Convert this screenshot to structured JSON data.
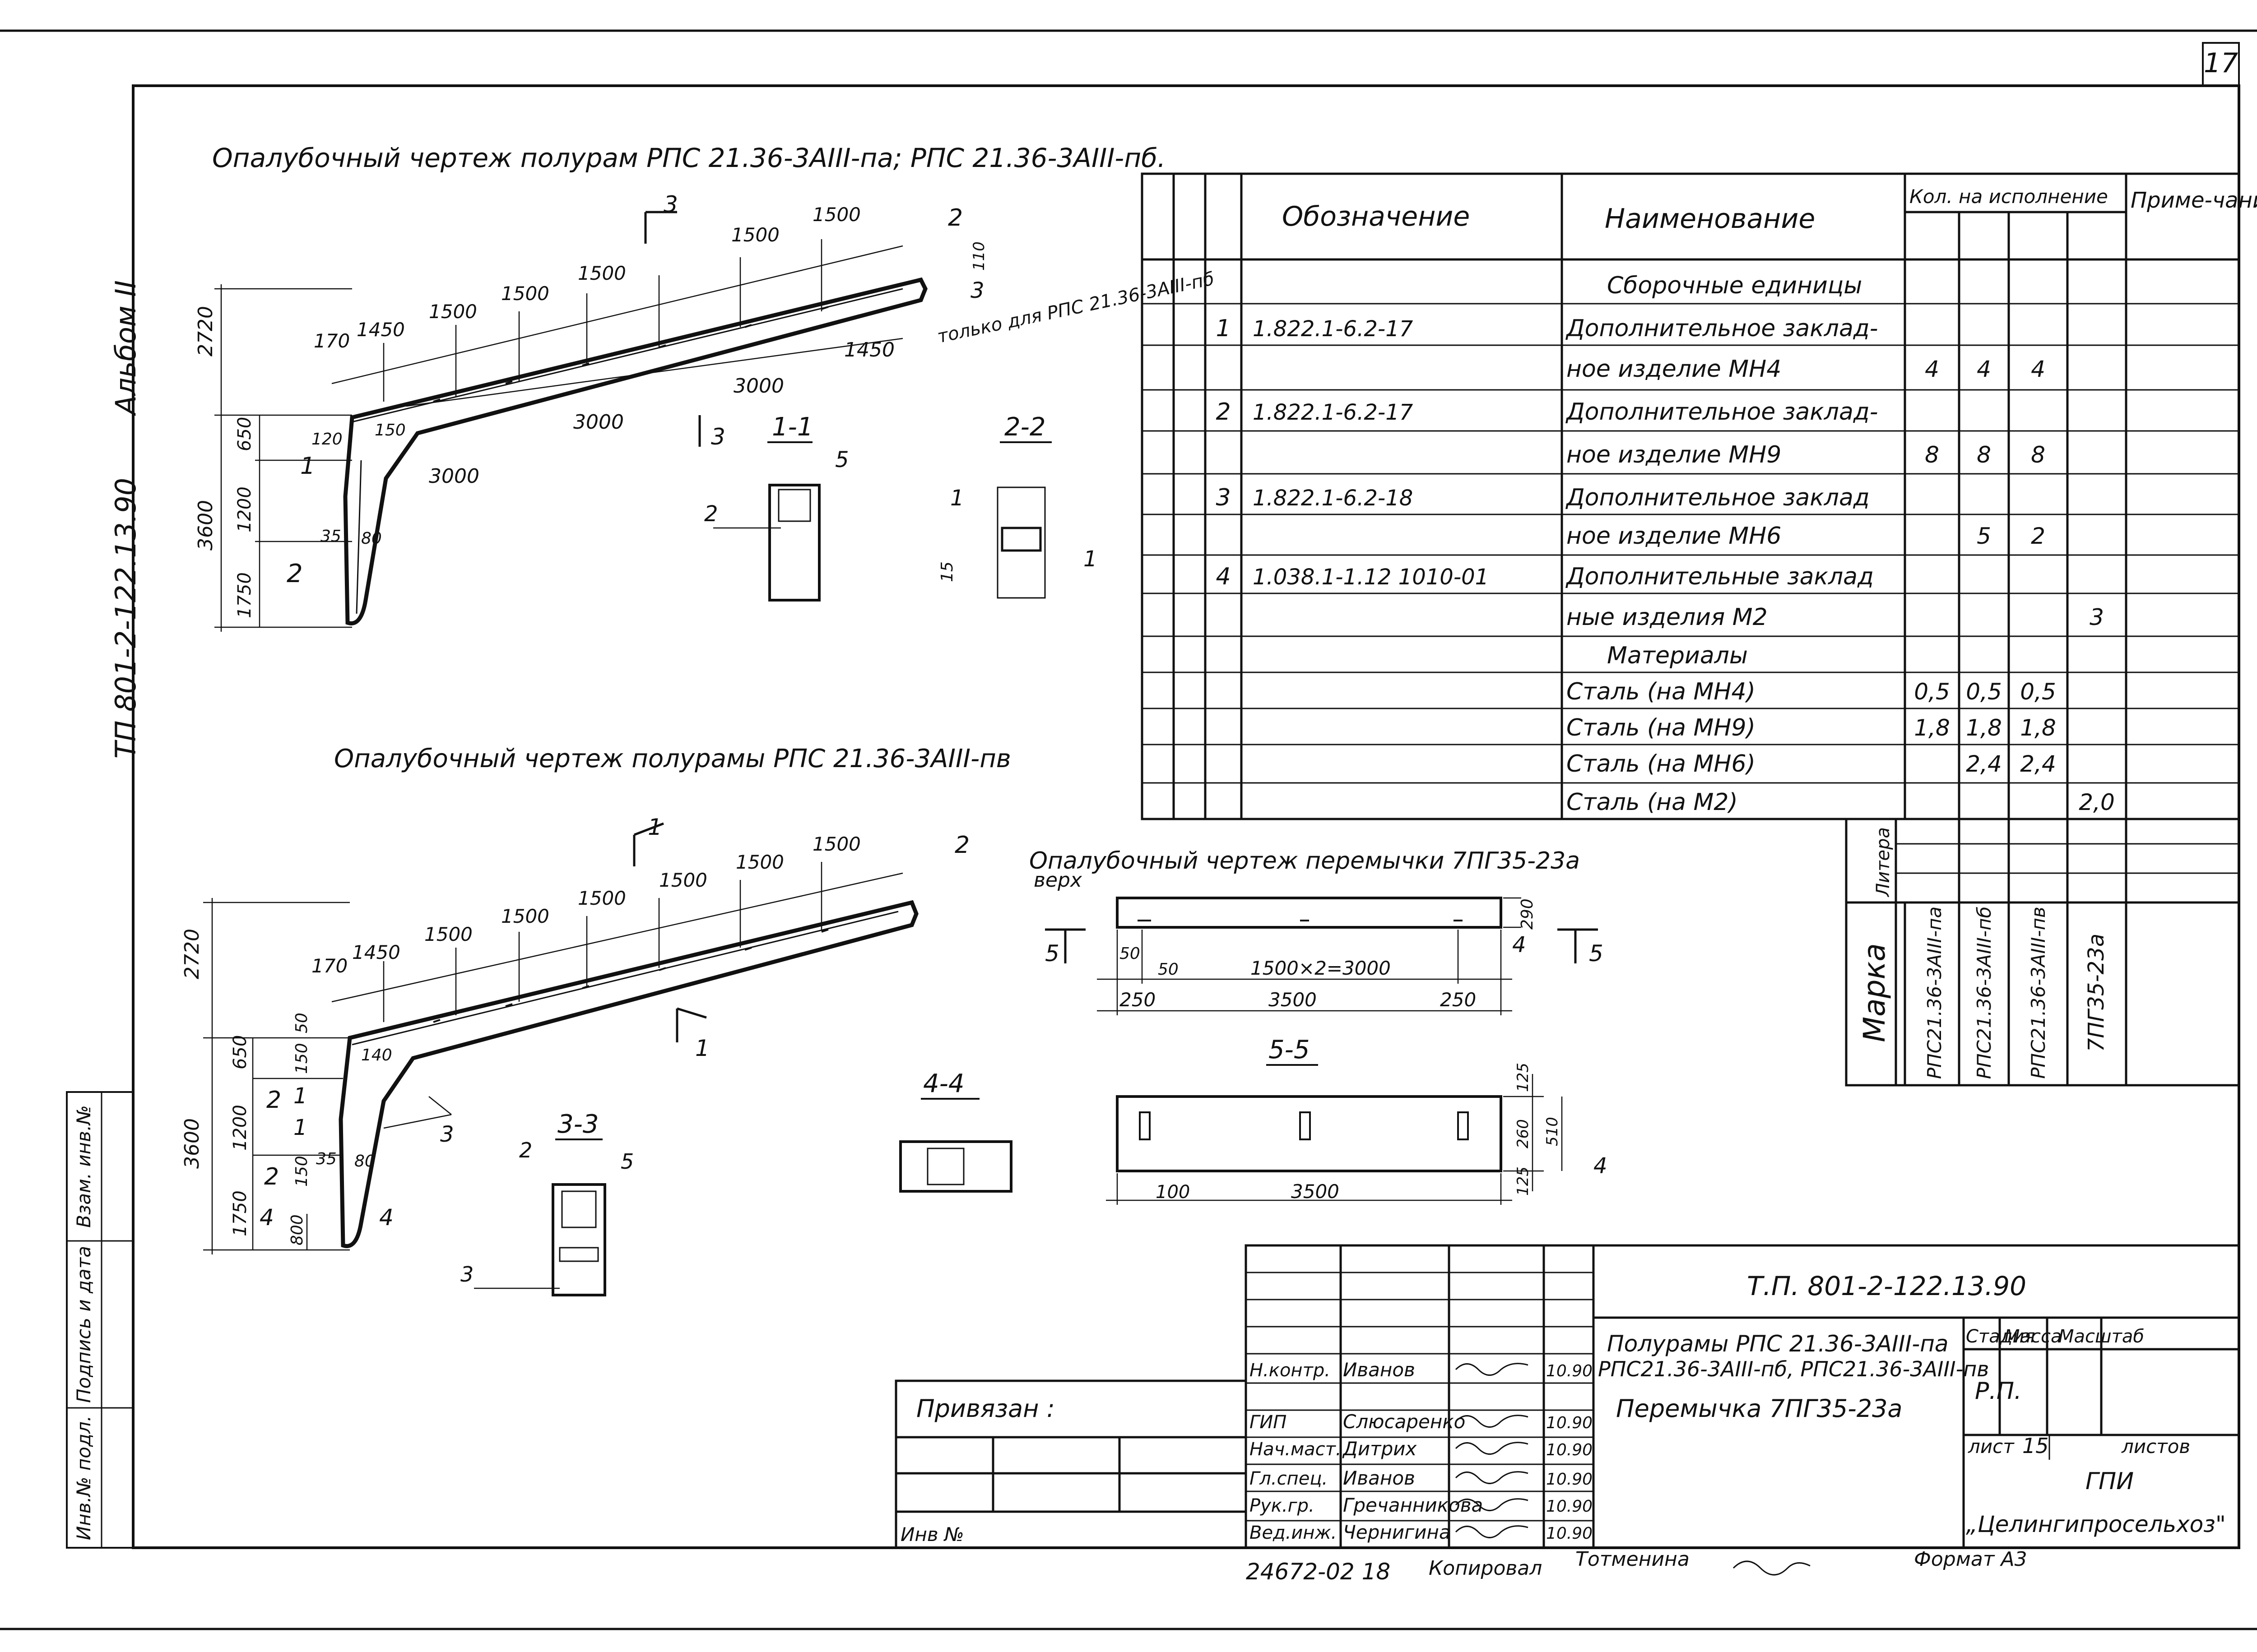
{
  "sheet_number": "17",
  "side_album": "Альбом II",
  "side_code": "ТП 801-2-122.13.90",
  "side_stamp_labels": [
    "Взам. инв.№",
    "Подпись и дата",
    "Инв.№ подл."
  ],
  "drawing1": {
    "title": "Опалубочный чертеж полурам РПС 21.36-3АIII-па; РПС 21.36-3АIII-пб.",
    "note": "только для РПС 21.36-3АIII-пб",
    "dims_top": [
      "170",
      "1450",
      "1500",
      "1500",
      "1500",
      "1500",
      "1500"
    ],
    "dims_bottom": [
      "3000",
      "3000",
      "3000",
      "1450"
    ],
    "dims_vertical": [
      "2720",
      "3600",
      "650",
      "1200",
      "1750"
    ],
    "small_dims": [
      "120",
      "150",
      "35",
      "80",
      "110"
    ],
    "callouts": [
      "1",
      "2",
      "2",
      "3"
    ],
    "section_marks": [
      "3",
      "3"
    ]
  },
  "section_1_1": {
    "title": "1-1",
    "callouts": [
      "2",
      "5"
    ]
  },
  "section_2_2": {
    "title": "2-2",
    "callouts": [
      "1",
      "1"
    ],
    "dim": "15"
  },
  "drawing2": {
    "title": "Опалубочный чертеж полурамы РПС 21.36-3АIII-пв",
    "dims_top": [
      "170",
      "1450",
      "1500",
      "1500",
      "1500",
      "1500",
      "1500",
      "1500"
    ],
    "dims_vertical": [
      "2720",
      "3600",
      "650",
      "1200",
      "1750",
      "800"
    ],
    "small_dims": [
      "50",
      "150",
      "140",
      "35",
      "80",
      "150"
    ],
    "callouts": [
      "2",
      "1",
      "2",
      "3",
      "1",
      "2"
    ],
    "section_marks": [
      "4",
      "4",
      "1",
      "1"
    ]
  },
  "section_3_3": {
    "title": "3-3",
    "callouts": [
      "2",
      "5",
      "3"
    ]
  },
  "section_4_4": {
    "title": "4-4"
  },
  "drawing3": {
    "title": "Опалубочный чертеж перемычки 7ПГ35-23а",
    "top_label": "верх",
    "dims": [
      "50",
      "50",
      "1500×2=3000",
      "250",
      "3500",
      "250",
      "290"
    ],
    "callouts": [
      "4"
    ],
    "section_marks": [
      "5",
      "5"
    ]
  },
  "section_5_5": {
    "title": "5-5",
    "dims": [
      "100",
      "3500",
      "125",
      "260",
      "510",
      "125"
    ],
    "callout": "4"
  },
  "spec": {
    "headers": {
      "designation": "Обозначение",
      "name": "Наименование",
      "qty": "Кол. на исполнение",
      "note": "Приме-чание"
    },
    "rows": [
      {
        "pos": "",
        "designation": "",
        "name": "Сборочные единицы",
        "q1": "",
        "q2": "",
        "q3": "",
        "q4": ""
      },
      {
        "pos": "1",
        "designation": "1.822.1-6.2-17",
        "name": "Дополнительное заклад-",
        "q1": "",
        "q2": "",
        "q3": "",
        "q4": ""
      },
      {
        "pos": "",
        "designation": "",
        "name": "ное изделие МН4",
        "q1": "4",
        "q2": "4",
        "q3": "4",
        "q4": ""
      },
      {
        "pos": "2",
        "designation": "1.822.1-6.2-17",
        "name": "Дополнительное заклад-",
        "q1": "",
        "q2": "",
        "q3": "",
        "q4": ""
      },
      {
        "pos": "",
        "designation": "",
        "name": "ное изделие МН9",
        "q1": "8",
        "q2": "8",
        "q3": "8",
        "q4": ""
      },
      {
        "pos": "3",
        "designation": "1.822.1-6.2-18",
        "name": "Дополнительное заклад",
        "q1": "",
        "q2": "",
        "q3": "",
        "q4": ""
      },
      {
        "pos": "",
        "designation": "",
        "name": "ное изделие МН6",
        "q1": "",
        "q2": "5",
        "q3": "2",
        "q4": ""
      },
      {
        "pos": "4",
        "designation": "1.038.1-1.12 1010-01",
        "name": "Дополнительные заклад",
        "q1": "",
        "q2": "",
        "q3": "",
        "q4": ""
      },
      {
        "pos": "",
        "designation": "",
        "name": "ные изделия М2",
        "q1": "",
        "q2": "",
        "q3": "",
        "q4": "3"
      },
      {
        "pos": "",
        "designation": "",
        "name": "Материалы",
        "q1": "",
        "q2": "",
        "q3": "",
        "q4": ""
      },
      {
        "pos": "",
        "designation": "",
        "name": "Сталь (на МН4)",
        "q1": "0,5",
        "q2": "0,5",
        "q3": "0,5",
        "q4": ""
      },
      {
        "pos": "",
        "designation": "",
        "name": "Сталь (на МН9)",
        "q1": "1,8",
        "q2": "1,8",
        "q3": "1,8",
        "q4": ""
      },
      {
        "pos": "",
        "designation": "",
        "name": "Сталь (на МН6)",
        "q1": "",
        "q2": "2,4",
        "q3": "2,4",
        "q4": ""
      },
      {
        "pos": "",
        "designation": "",
        "name": "Сталь (на М2)",
        "q1": "",
        "q2": "",
        "q3": "",
        "q4": "2,0"
      }
    ],
    "litera_label": "Литера",
    "marka_label": "Марка",
    "marks": [
      "РПС21.36-3АIII-па",
      "РПС21.36-3АIII-пб",
      "РПС21.36-3АIII-пв",
      "7ПГ35-23а"
    ]
  },
  "title_block": {
    "code": "Т.П. 801-2-122.13.90",
    "desc": [
      "Полурамы РПС 21.36-3АIII-па",
      "РПС21.36-3АIII-пб, РПС21.36-3АIII-пв",
      "Перемычка 7ПГ35-23а"
    ],
    "stage_label": "Стадия",
    "mass_label": "Масса",
    "scale_label": "Масштаб",
    "stage": "Р.П.",
    "sheet_label": "лист",
    "sheet": "15",
    "sheets_label": "листов",
    "org": [
      "ГПИ",
      "„Целингипросельхоз\""
    ],
    "bound_label": "Привязан :",
    "inv_label": "Инв №",
    "people": [
      {
        "role": "Н.контр.",
        "name": "Иванов",
        "date": "10.90"
      },
      {
        "role": "ГИП",
        "name": "Слюсаренко",
        "date": "10.90"
      },
      {
        "role": "Нач.маст.",
        "name": "Дитрих",
        "date": "10.90"
      },
      {
        "role": "Гл.спец.",
        "name": "Иванов",
        "date": "10.90"
      },
      {
        "role": "Рук.гр.",
        "name": "Гречанникова",
        "date": "10.90"
      },
      {
        "role": "Вед.инж.",
        "name": "Чернигина",
        "date": "10.90"
      }
    ]
  },
  "footer": {
    "archive": "24672-02 18",
    "copied_label": "Копировал",
    "copied_by": "Тотменина",
    "format": "Формат А3"
  }
}
